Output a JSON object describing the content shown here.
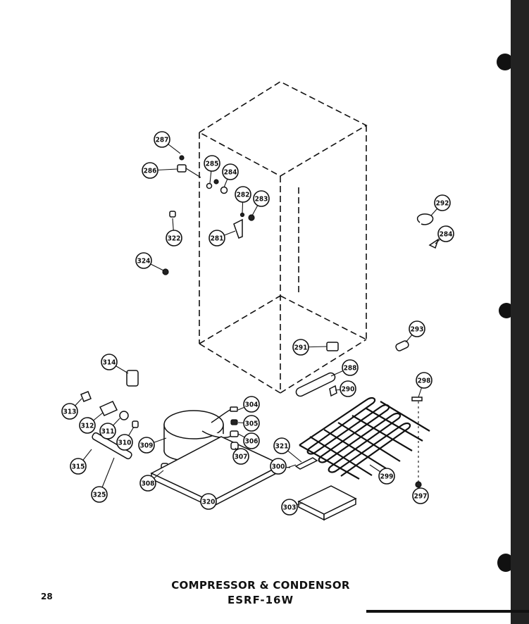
{
  "page": {
    "page_number": "28",
    "title": "COMPRESSOR & CONDENSOR",
    "model": "ESRF-16W"
  },
  "callouts": [
    {
      "id": "c287a",
      "label": "287"
    },
    {
      "id": "c286",
      "label": "286"
    },
    {
      "id": "c285",
      "label": "285"
    },
    {
      "id": "c284a",
      "label": "284"
    },
    {
      "id": "c282",
      "label": "282"
    },
    {
      "id": "c283",
      "label": "283"
    },
    {
      "id": "c281",
      "label": "281"
    },
    {
      "id": "c322",
      "label": "322"
    },
    {
      "id": "c324",
      "label": "324"
    },
    {
      "id": "c292",
      "label": "292"
    },
    {
      "id": "c284b",
      "label": "284"
    },
    {
      "id": "c293",
      "label": "293"
    },
    {
      "id": "c291",
      "label": "291"
    },
    {
      "id": "c288",
      "label": "288"
    },
    {
      "id": "c290",
      "label": "290"
    },
    {
      "id": "c298",
      "label": "298"
    },
    {
      "id": "c314",
      "label": "314"
    },
    {
      "id": "c313",
      "label": "313"
    },
    {
      "id": "c312",
      "label": "312"
    },
    {
      "id": "c311",
      "label": "311"
    },
    {
      "id": "c310",
      "label": "310"
    },
    {
      "id": "c309",
      "label": "309"
    },
    {
      "id": "c304",
      "label": "304"
    },
    {
      "id": "c305",
      "label": "305"
    },
    {
      "id": "c306",
      "label": "306"
    },
    {
      "id": "c307",
      "label": "307"
    },
    {
      "id": "c315",
      "label": "315"
    },
    {
      "id": "c325",
      "label": "325"
    },
    {
      "id": "c308",
      "label": "308"
    },
    {
      "id": "c320",
      "label": "320"
    },
    {
      "id": "c321",
      "label": "321"
    },
    {
      "id": "c300",
      "label": "300"
    },
    {
      "id": "c299",
      "label": "299"
    },
    {
      "id": "c303",
      "label": "303"
    },
    {
      "id": "c297",
      "label": "297"
    }
  ]
}
